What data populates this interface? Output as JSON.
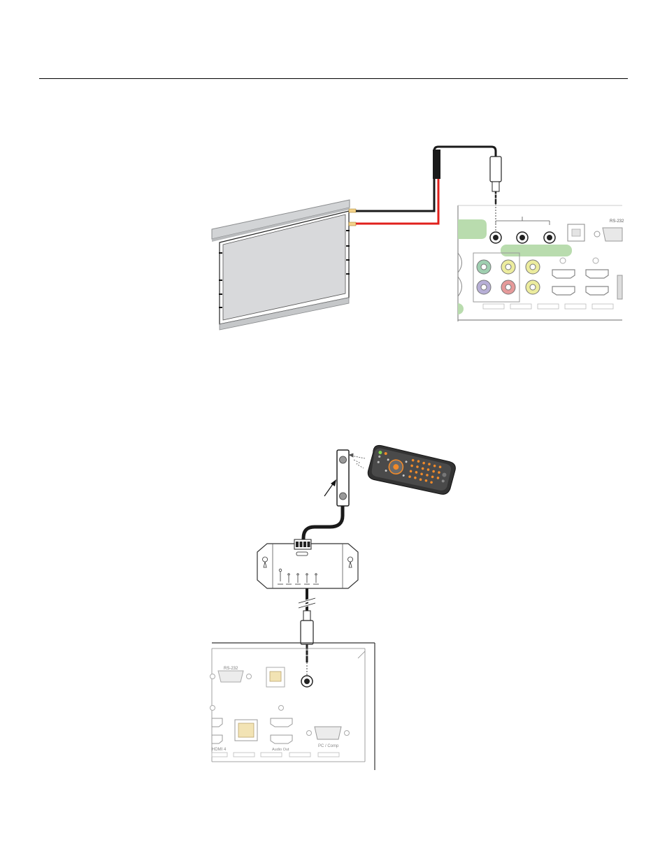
{
  "figure1": {
    "panel_labels": {
      "rs232": "RS-232"
    }
  },
  "figure2": {
    "panel_labels": {
      "rs232": "RS-232",
      "hdmi4": "HDMI 4",
      "pc_comp": "PC / Comp",
      "hdmi_sub": "Audio Out"
    }
  },
  "colors": {
    "connector_green": "#b9dcae",
    "rca_yellow": "#ecec9e",
    "rca_green": "#9fcfb0",
    "rca_purple": "#b7afd6",
    "rca_red": "#e69a9a",
    "wire_red": "#e0201c",
    "remote_orange": "#f08a2a"
  }
}
